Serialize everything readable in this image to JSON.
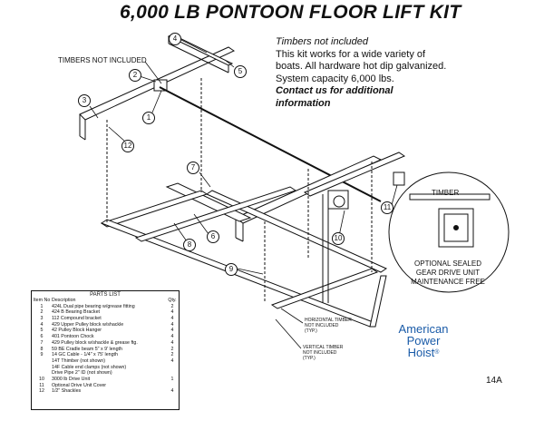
{
  "title": "6,000 LB PONTOON FLOOR LIFT KIT",
  "intro": {
    "line1": "Timbers not included",
    "line2": "This kit works for a wide variety of",
    "line3": "boats.  All hardware hot dip galvanized.",
    "line4": "System capacity 6,000 lbs.",
    "line5": "Contact us for additional",
    "line6": "information"
  },
  "labels": {
    "timbers_not_included": "TIMBERS NOT INCLUDED",
    "horizontal_timber": [
      "HORIZONTAL TIMBER",
      "NOT INCLUDED",
      "(TYP.)"
    ],
    "vertical_timber": [
      "VERTICAL TIMBER",
      "NOT INCLUDED",
      "(TYP.)"
    ]
  },
  "callouts": [
    "1",
    "2",
    "3",
    "4",
    "5",
    "6",
    "7",
    "8",
    "9",
    "10",
    "11",
    "12"
  ],
  "inset": {
    "timber_label": "TIMBER",
    "caption": [
      "OPTIONAL SEALED",
      "GEAR DRIVE UNIT",
      "MAINTENANCE FREE"
    ]
  },
  "parts_list": {
    "title": "PARTS LIST",
    "headers": {
      "item": "Item No",
      "description": "Description",
      "qty": "Qty."
    },
    "rows": [
      {
        "item": "1",
        "description": "424L Dual pipe bearing w/grease fitting",
        "qty": "2"
      },
      {
        "item": "2",
        "description": "424 B Bearing Bracket",
        "qty": "4"
      },
      {
        "item": "3",
        "description": "112 Compound bracket",
        "qty": "4"
      },
      {
        "item": "4",
        "description": "429 Upper Pulley block w/shackle",
        "qty": "4"
      },
      {
        "item": "5",
        "description": "42 Pulley Block Hanger",
        "qty": "4"
      },
      {
        "item": "6",
        "description": "401 Pontoon Chock",
        "qty": "4"
      },
      {
        "item": "7",
        "description": "429 Pulley block w/shackle & grease ftg.",
        "qty": "4"
      },
      {
        "item": "8",
        "description": "59 BE Cradle beam 5\" x 9' length",
        "qty": "2"
      },
      {
        "item": "9",
        "description": "14 GC Cable - 1/4\" x 75' length",
        "qty": "2"
      },
      {
        "item": "",
        "description": "14T Thimber (not shown)",
        "qty": "4"
      },
      {
        "item": "",
        "description": "14F Cable end clamps (not shown)",
        "qty": ""
      },
      {
        "item": "",
        "description": "Drive Pipe 2\" ID (not shown)",
        "qty": ""
      },
      {
        "item": "10",
        "description": "3000 lb Drive Unit",
        "qty": "1"
      },
      {
        "item": "11",
        "description": "Optional Drive Unit Cover",
        "qty": ""
      },
      {
        "item": "12",
        "description": "1/2\" Shackles",
        "qty": "4"
      }
    ]
  },
  "logo": {
    "line1": "American",
    "line2": "Power",
    "line3": "Hoist",
    "mark": "®"
  },
  "figure_number": "14A"
}
